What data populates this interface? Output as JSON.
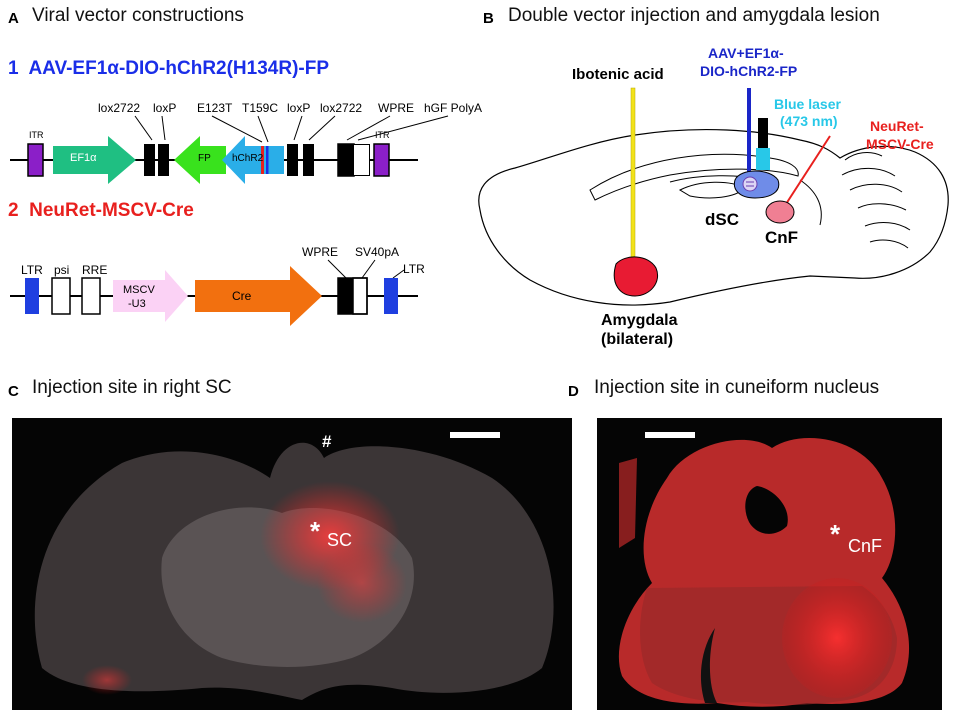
{
  "panel_a": {
    "letter": "A",
    "title": "Viral vector constructions",
    "construct1": {
      "number": "1",
      "name": "AAV-EF1α-DIO-hChR2(H134R)-FP",
      "labels": {
        "lox2722_a": "lox2722",
        "loxp_a": "loxP",
        "e123t": "E123T",
        "t159c": "T159C",
        "loxp_b": "loxP",
        "lox2722_b": "lox2722",
        "wpre": "WPRE",
        "polya": "hGF PolyA",
        "itr_left": "ITR",
        "itr_right": "ITR",
        "ef1a": "EF1α",
        "fp": "FP",
        "hchr2": "hChR2"
      },
      "colors": {
        "itr": "#8b1fc8",
        "ef1a": "#1fbf82",
        "fp": "#39e21d",
        "hchr2": "#2aaee8",
        "mutation": "#e8201e"
      }
    },
    "construct2": {
      "number": "2",
      "name": "NeuRet-MSCV-Cre",
      "labels": {
        "ltr_left": "LTR",
        "psi": "psi",
        "rre": "RRE",
        "wpre": "WPRE",
        "sv40pa": "SV40pA",
        "ltr_right": "LTR",
        "mscv_line1": "MSCV",
        "mscv_line2": "-U3",
        "cre": "Cre"
      },
      "colors": {
        "ltr": "#1f3fe0",
        "mscv": "#fbd2f5",
        "cre": "#f2700f"
      }
    },
    "colors": {
      "construct1_title": "#1a2ee8",
      "construct2_title": "#e8201e"
    }
  },
  "panel_b": {
    "letter": "B",
    "title": "Double vector injection and amygdala lesion",
    "ibotenic": "Ibotenic acid",
    "aav_line1": "AAV+EF1α-",
    "aav_line2": "DIO-hChR2-FP",
    "laser_line1": "Blue laser",
    "laser_line2": "(473 nm)",
    "neuret_line1": "NeuRet-",
    "neuret_line2": "MSCV-Cre",
    "dsc": "dSC",
    "cnf": "CnF",
    "amygdala_line1": "Amygdala",
    "amygdala_line2": "(bilateral)",
    "colors": {
      "ibotenic_needle": "#f2e21a",
      "amygdala": "#e81b33",
      "aav": "#1a26c8",
      "laser": "#28c8e8",
      "neuret": "#e8201e",
      "dsc": "#6f8ce8",
      "cnf": "#f07f93"
    }
  },
  "panel_c": {
    "letter": "C",
    "title": "Injection site in right SC",
    "hash": "#",
    "star": "*",
    "sc": "SC"
  },
  "panel_d": {
    "letter": "D",
    "title": "Injection site in cuneiform nucleus",
    "star": "*",
    "cnf": "CnF"
  }
}
